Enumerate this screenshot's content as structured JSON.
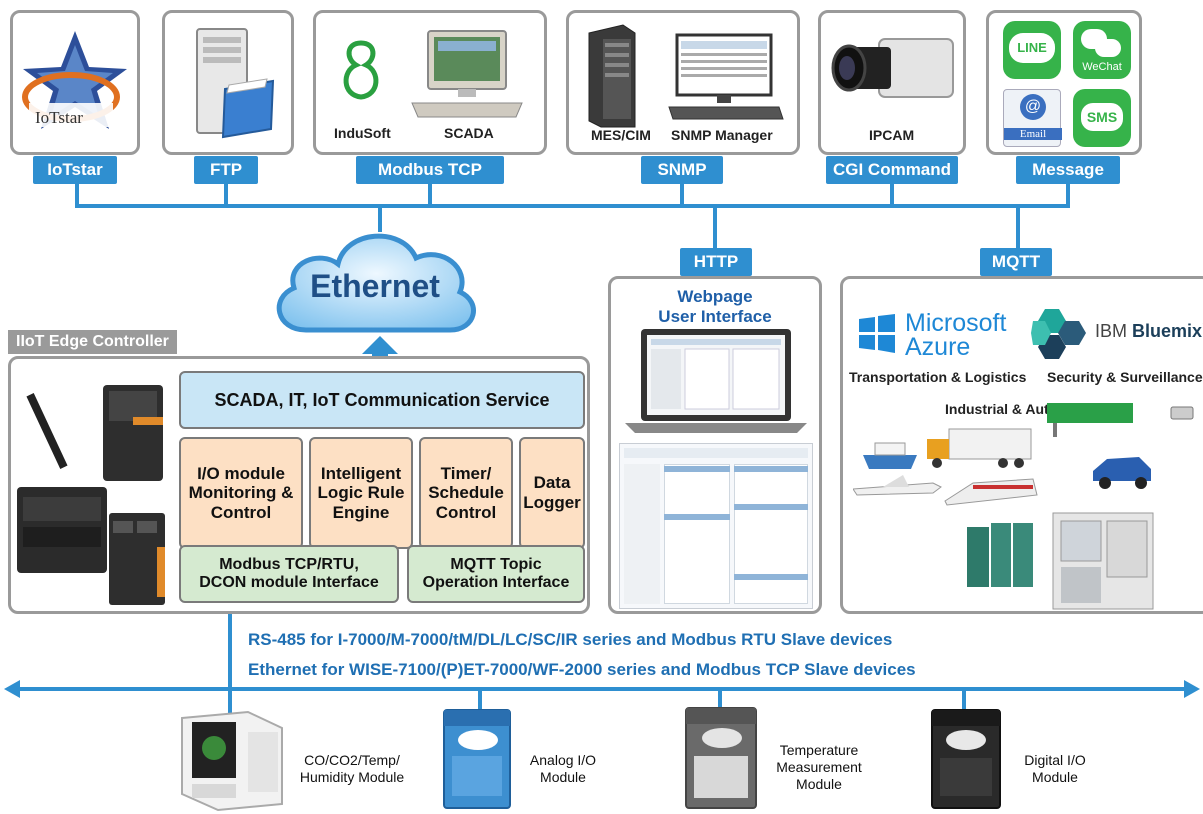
{
  "top_nodes": [
    {
      "tag": "IoTstar",
      "captions": [
        "IoTstar"
      ]
    },
    {
      "tag": "FTP",
      "captions": []
    },
    {
      "tag": "Modbus TCP",
      "captions": [
        "InduSoft",
        "SCADA"
      ]
    },
    {
      "tag": "SNMP",
      "captions": [
        "MES/CIM",
        "SNMP Manager"
      ]
    },
    {
      "tag": "CGI Command",
      "captions": [
        "IPCAM"
      ]
    },
    {
      "tag": "Message",
      "captions": [
        "LINE",
        "WeChat",
        "Email",
        "SMS"
      ]
    }
  ],
  "cloud": {
    "label": "Ethernet"
  },
  "http": {
    "tag": "HTTP",
    "title_line1": "Webpage",
    "title_line2": "User Interface"
  },
  "mqtt": {
    "tag": "MQTT",
    "azure_line1": "Microsoft",
    "azure_line2": "Azure",
    "bluemix_prefix": "IBM ",
    "bluemix_bold": "Bluemix",
    "bluemix_tm": "™",
    "cat1": "Transportation & Logistics",
    "cat2": "Security & Surveillance",
    "cat3": "Industrial & Automation"
  },
  "controller": {
    "title": "IIoT Edge Controller",
    "service": "SCADA, IT, IoT Communication Service",
    "modules": [
      "I/O module\nMonitoring &\nControl",
      "Intelligent\nLogic Rule\nEngine",
      "Timer/\nSchedule\nControl",
      "Data\nLogger"
    ],
    "interfaces": [
      "Modbus TCP/RTU,\nDCON module Interface",
      "MQTT Topic\nOperation Interface"
    ]
  },
  "bus": {
    "line1": "RS-485 for I-7000/M-7000/tM/DL/LC/SC/IR series and Modbus RTU Slave devices",
    "line2": "Ethernet for WISE-7100/(P)ET-7000/WF-2000 series and Modbus TCP Slave devices"
  },
  "devices": [
    {
      "label": "CO/CO2/Temp/\nHumidity Module"
    },
    {
      "label": "Analog I/O\nModule"
    },
    {
      "label": "Temperature\nMeasurement\nModule"
    },
    {
      "label": "Digital I/O\nModule"
    }
  ],
  "colors": {
    "accent": "#2f8fd0",
    "bus_text": "#1f6fb3",
    "border": "#9a9a9a"
  }
}
